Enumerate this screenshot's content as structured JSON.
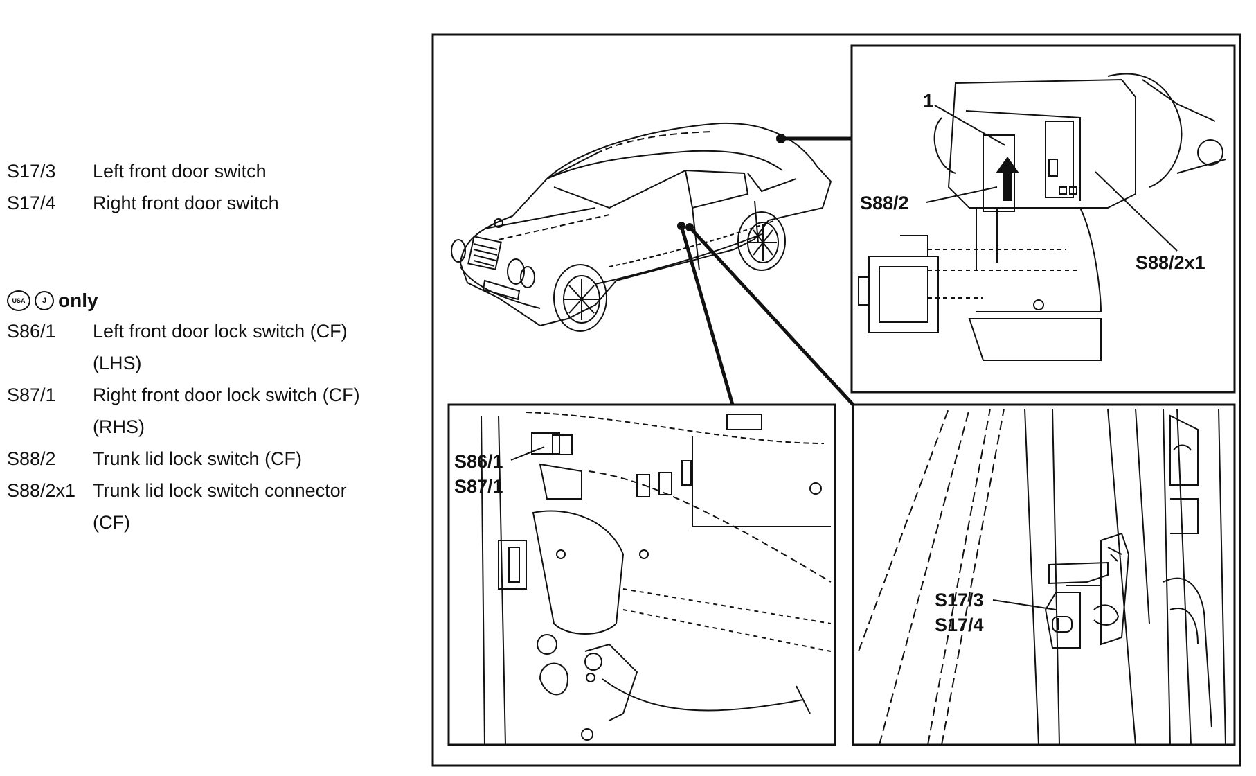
{
  "legend_top": [
    {
      "code": "S17/3",
      "desc": "Left front door switch"
    },
    {
      "code": "S17/4",
      "desc": "Right front door switch"
    }
  ],
  "only_note": {
    "badge_usa": "USA",
    "badge_j": "J",
    "text": "only"
  },
  "legend_bottom": [
    {
      "code": "S86/1",
      "desc": "Left front door lock switch (CF)",
      "desc2": "(LHS)"
    },
    {
      "code": "S87/1",
      "desc": "Right front door lock switch (CF)",
      "desc2": "(RHS)"
    },
    {
      "code": "S88/2",
      "desc": "Trunk lid lock switch (CF)",
      "desc2": ""
    },
    {
      "code": "S88/2x1",
      "desc": "Trunk lid lock switch connector",
      "desc2": "(CF)"
    }
  ],
  "callouts": {
    "trunk_item": "1",
    "s88_2": "S88/2",
    "s88_2x1": "S88/2x1",
    "s86_1": "S86/1",
    "s87_1": "S87/1",
    "s17_3": "S17/3",
    "s17_4": "S17/4"
  }
}
